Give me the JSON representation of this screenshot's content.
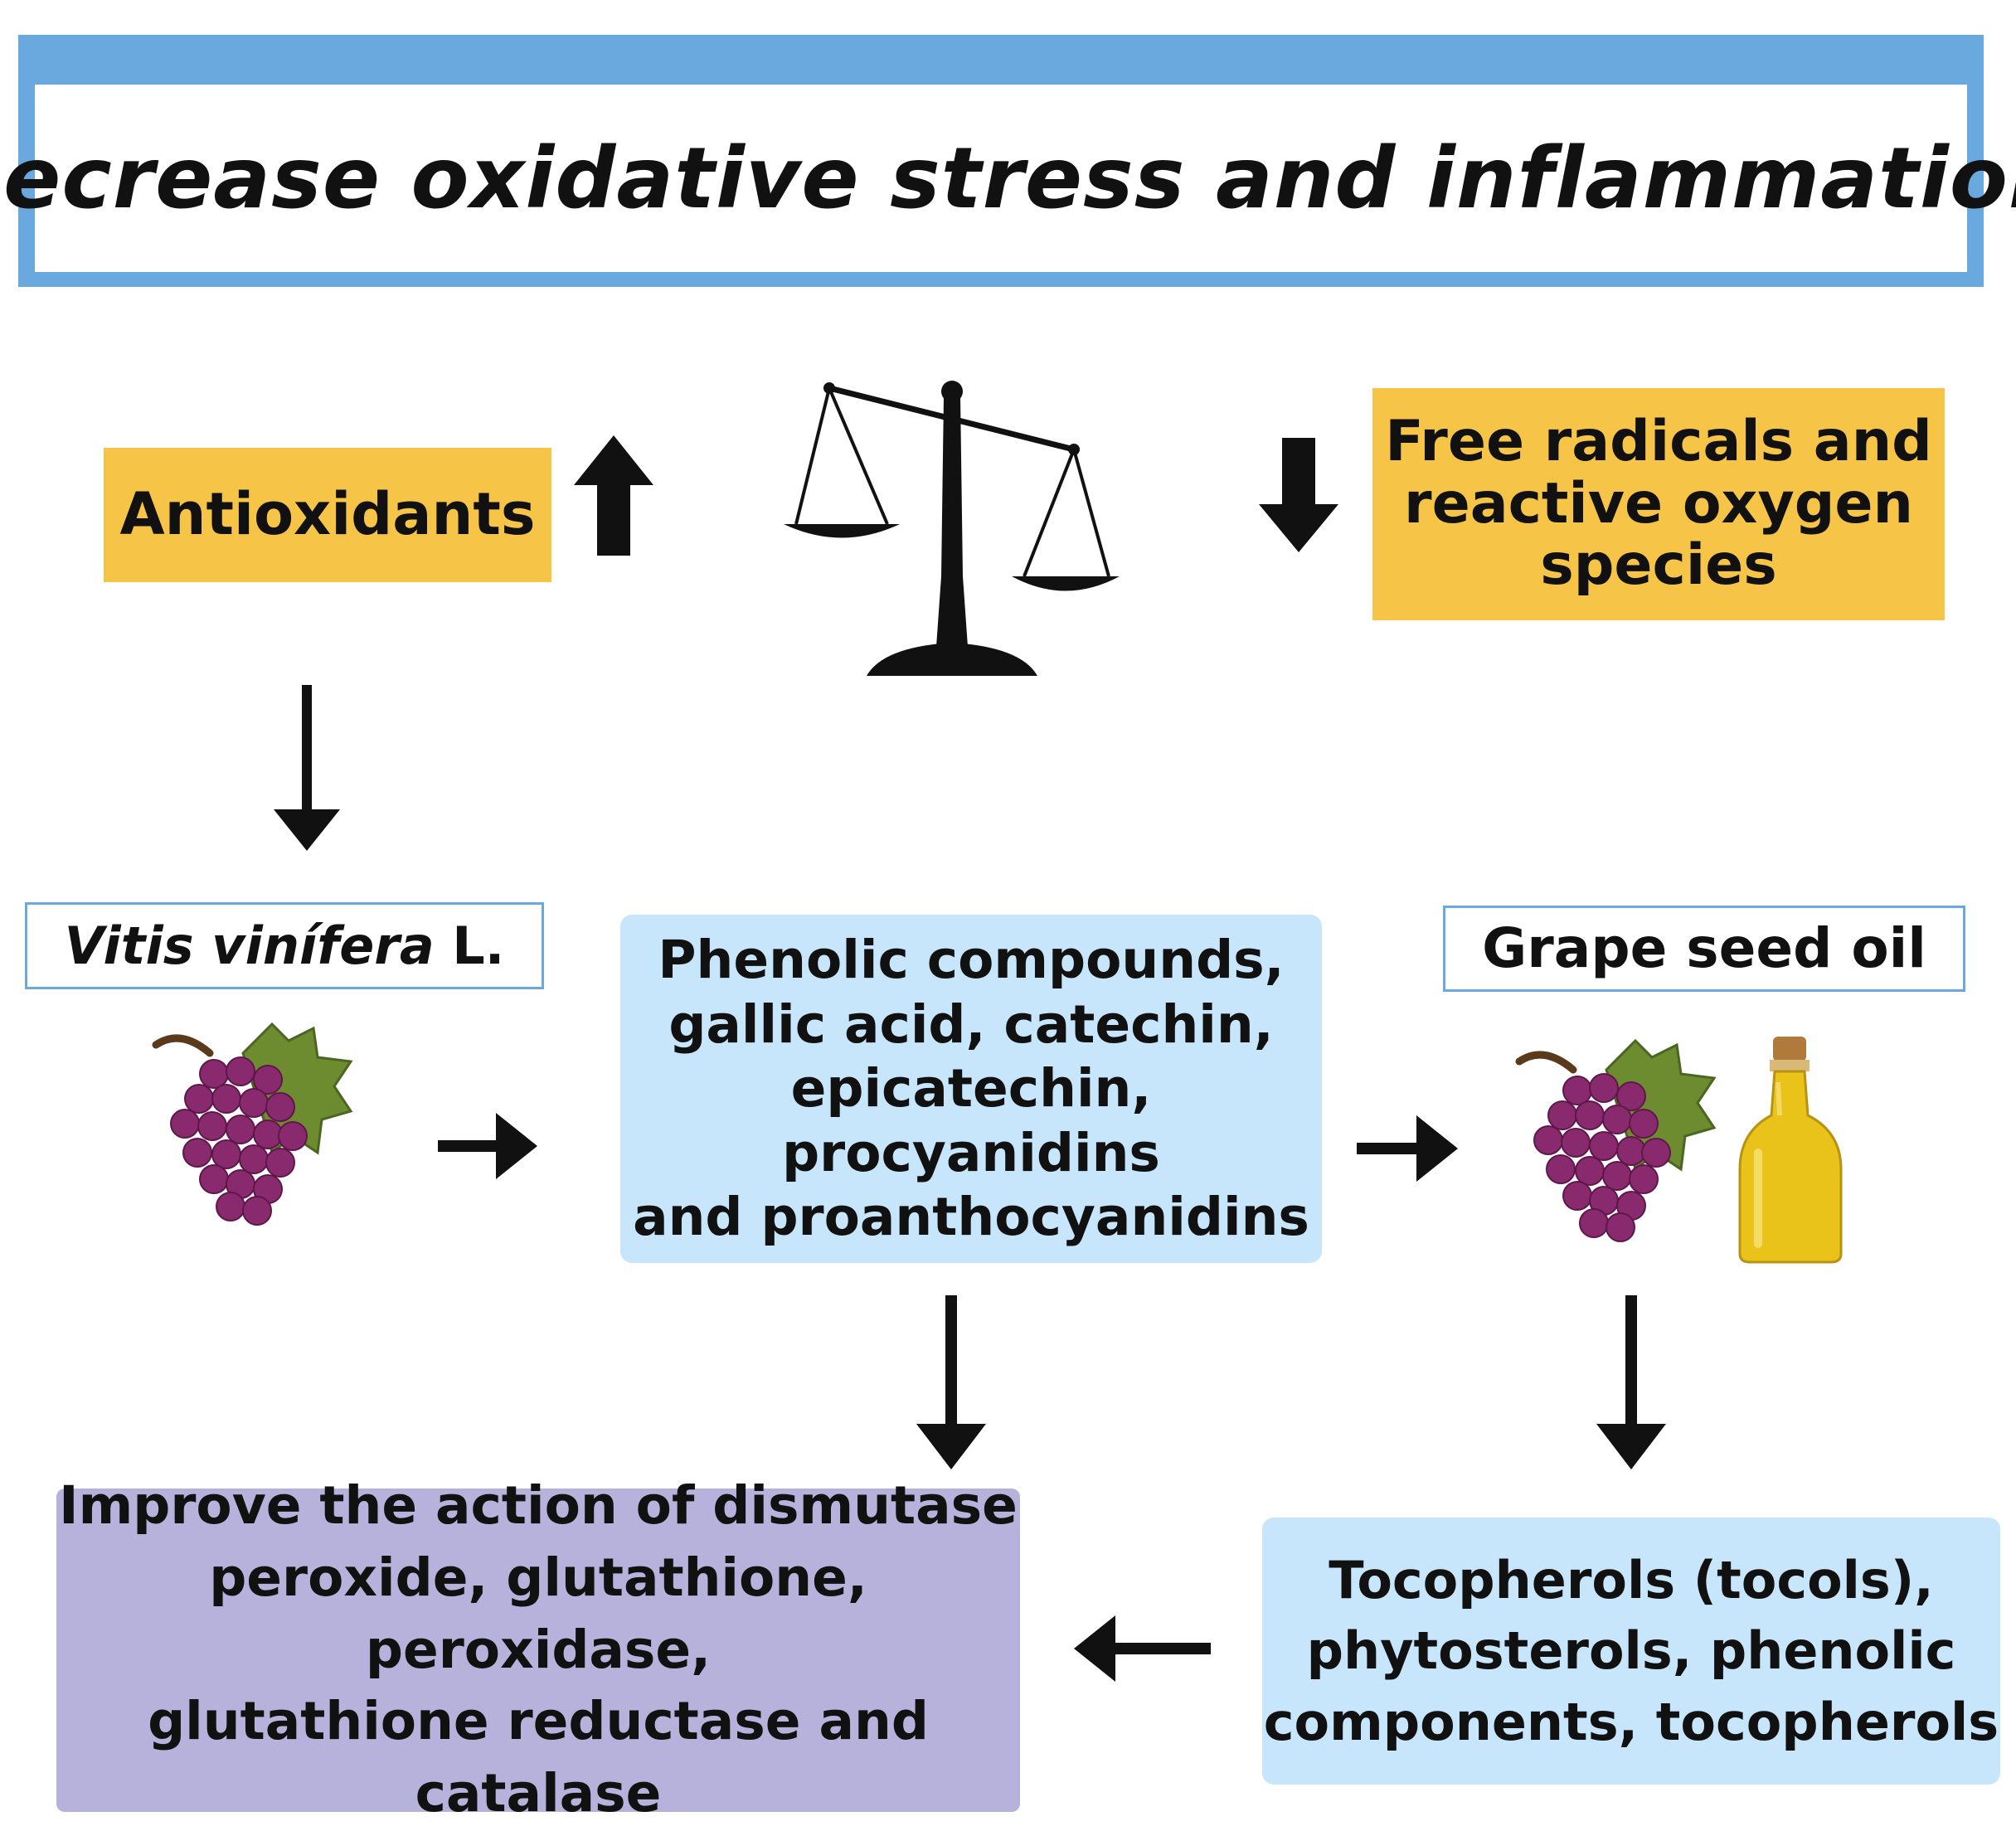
{
  "title": "Decrease oxidative stress and inflammation",
  "antioxidants": "Antioxidants",
  "free_radicals": [
    "Free radicals and",
    "reactive oxygen",
    "species"
  ],
  "vitis": {
    "genus_species": "Vitis vinífera",
    "suffix": " L."
  },
  "phenolic": [
    "Phenolic compounds,",
    "gallic acid, catechin,",
    "epicatechin, procyanidins",
    "and proanthocyanidins"
  ],
  "grape_seed_oil": "Grape seed oil",
  "improve": [
    "Improve the action of dismutase",
    "peroxide, glutathione, peroxidase,",
    "glutathione reductase and",
    "catalase"
  ],
  "tocopherols": [
    "Tocopherols (tocols),",
    "phytosterols, phenolic",
    "components, tocopherols"
  ],
  "colors": {
    "frame_blue": "#6aa9dd",
    "yellow": "#f6c447",
    "light_blue": "#c8e6fb",
    "purple": "#b6b2dc",
    "grape": "#8a2a6e",
    "leaf": "#5f7f2a",
    "oil": "#e9c21a"
  }
}
